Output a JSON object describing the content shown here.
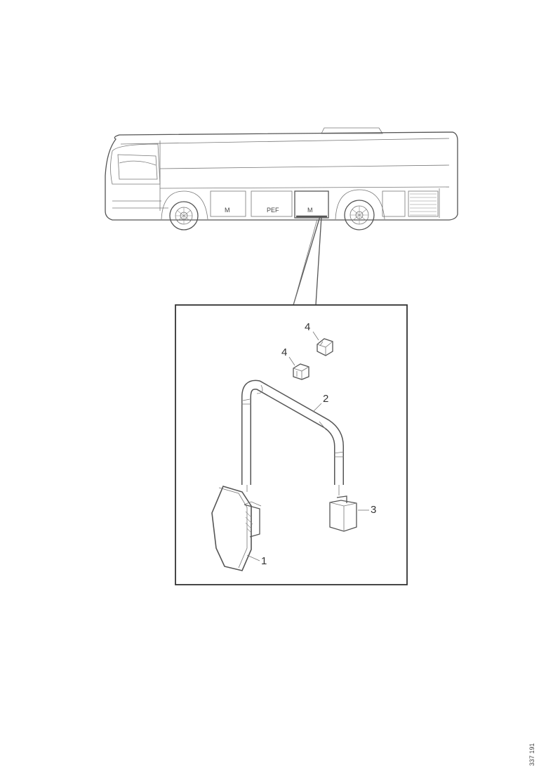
{
  "bus": {
    "compartment_labels": [
      "M",
      "PEF",
      "M"
    ]
  },
  "callouts": [
    {
      "id": "1",
      "text": "1",
      "part": "battery"
    },
    {
      "id": "2",
      "text": "2",
      "part": "hose"
    },
    {
      "id": "3",
      "text": "3",
      "part": "connector"
    },
    {
      "id": "4a",
      "text": "4",
      "part": "clip"
    },
    {
      "id": "4b",
      "text": "4",
      "part": "clip"
    }
  ],
  "reference_code": "337 191"
}
